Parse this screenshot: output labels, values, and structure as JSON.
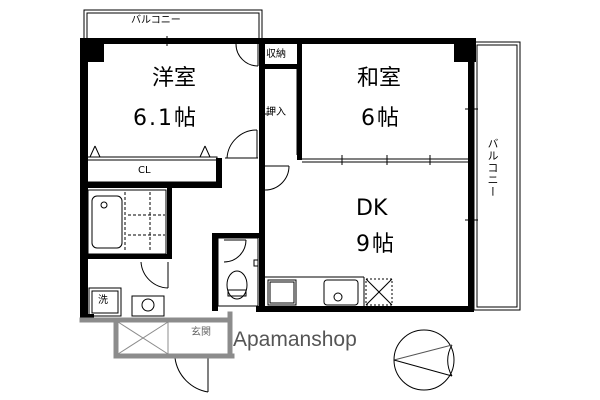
{
  "floorplan": {
    "rooms": {
      "western_room": {
        "name": "洋室",
        "size": "6.1帖"
      },
      "japanese_room": {
        "name": "和室",
        "size": "6帖"
      },
      "dining_kitchen": {
        "name": "DK",
        "size": "9帖"
      }
    },
    "labels": {
      "balcony_top": "バルコニー",
      "balcony_right": "バルコニー",
      "storage": "収納",
      "closet_oshiire": "押入",
      "closet_cl": "CL",
      "washer": "洗",
      "entrance": "玄関"
    },
    "watermark": "Apamanshop",
    "colors": {
      "wall": "#000000",
      "entrance_outline": "#8c8c8c",
      "watermark": "#555555"
    }
  }
}
